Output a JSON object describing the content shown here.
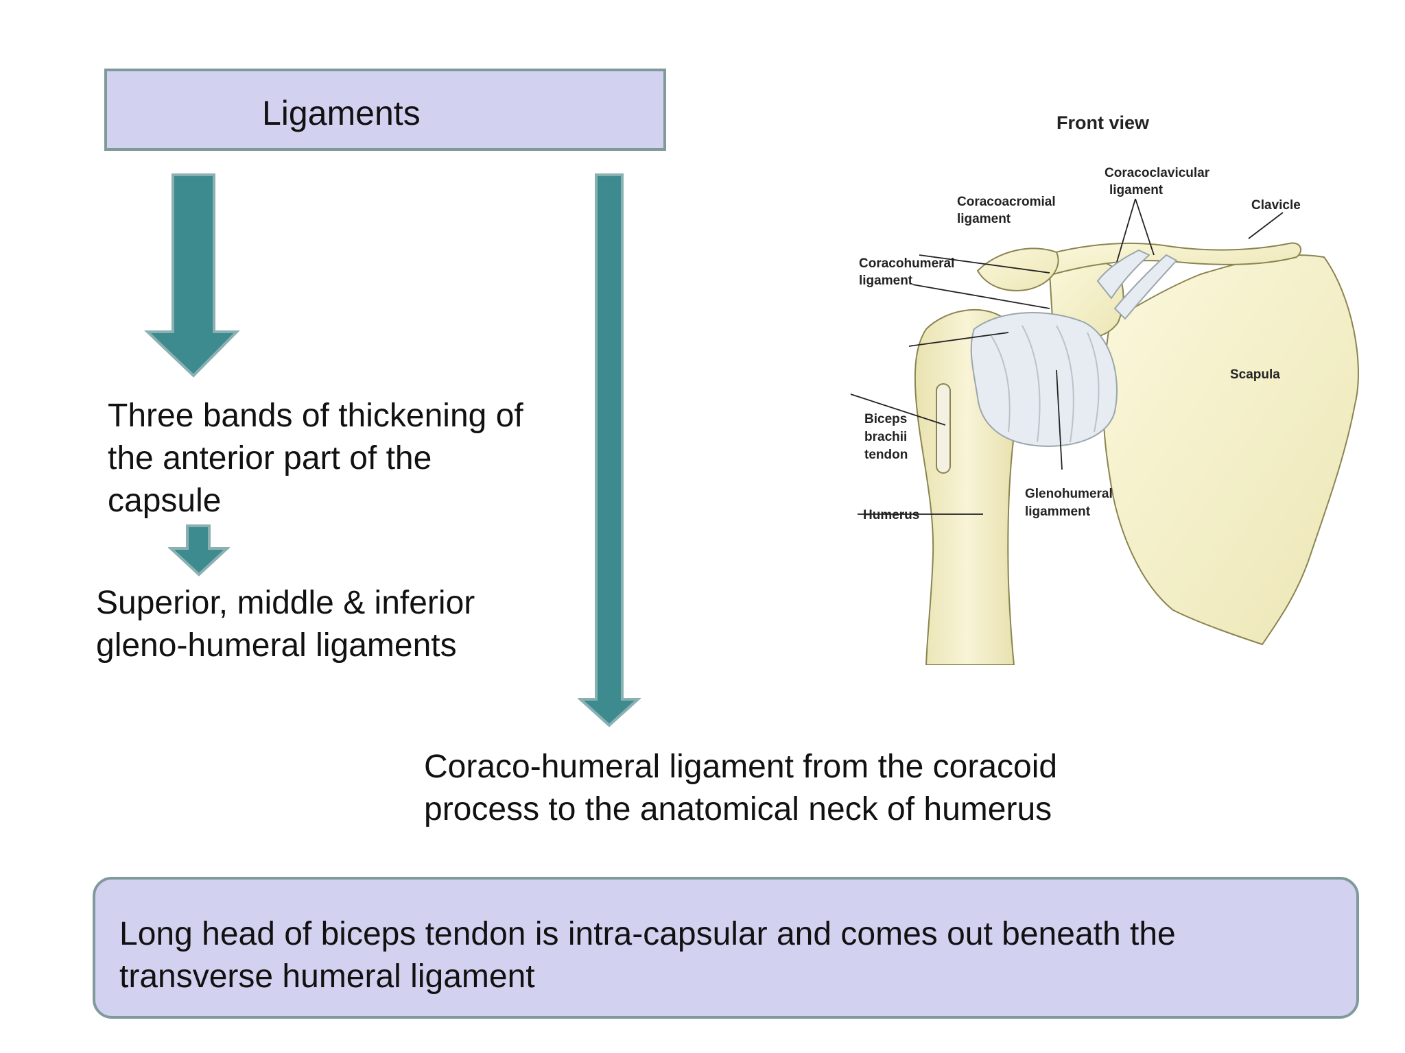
{
  "title_box": {
    "label": "Ligaments"
  },
  "left_branch": {
    "text": "Three bands of thickening of the anterior part of the capsule",
    "lines": [
      "Three bands of thickening of",
      "the anterior part of the",
      "capsule"
    ],
    "sub_lines": [
      "Superior, middle & inferior",
      "gleno-humeral ligaments"
    ]
  },
  "right_branch": {
    "lines": [
      "Coraco-humeral ligament from the coracoid",
      "process to the anatomical neck of humerus"
    ]
  },
  "bottom_box": {
    "lines": [
      "Long head of biceps tendon is intra-capsular and comes out beneath the",
      "transverse humeral ligament"
    ]
  },
  "illustration": {
    "heading": "Front view",
    "labels": {
      "coracoclavicular_1": "Coracoclavicular",
      "coracoclavicular_2": "ligament",
      "coracoacromial_1": "Coracoacromial",
      "coracoacromial_2": "ligament",
      "clavicle": "Clavicle",
      "coracohumeral_1": "Coracohumeral",
      "coracohumeral_2": "ligament",
      "scapula": "Scapula",
      "biceps_1": "Biceps",
      "biceps_2": "brachii",
      "biceps_3": "tendon",
      "glenohumeral_1": "Glenohumeral",
      "glenohumeral_2": "ligamment",
      "humerus": "Humerus"
    }
  },
  "colors": {
    "arrow": "#3d8a8f",
    "box_fill": "#d3d1f0",
    "box_border": "#7f9a9a",
    "bone": "#f3efc4"
  }
}
